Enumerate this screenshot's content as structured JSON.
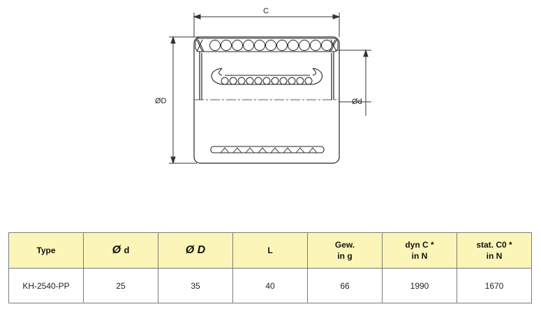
{
  "drawing": {
    "labels": {
      "length": "C",
      "outer_diameter": "ØD",
      "inner_diameter": "Ød"
    }
  },
  "table": {
    "headers": [
      {
        "key": "type",
        "label": "Type"
      },
      {
        "key": "d",
        "symbol": "Ø",
        "label": "d"
      },
      {
        "key": "D",
        "symbol": "Ø",
        "label": "D"
      },
      {
        "key": "L",
        "label": "L"
      },
      {
        "key": "weight",
        "label": "Gew.\nin g"
      },
      {
        "key": "dyn_c",
        "label": "dyn C *\nin N"
      },
      {
        "key": "stat_c0",
        "label": "stat. C0 *\nin N"
      }
    ],
    "rows": [
      [
        "KH-2540-PP",
        "25",
        "35",
        "40",
        "66",
        "1990",
        "1670"
      ]
    ]
  }
}
